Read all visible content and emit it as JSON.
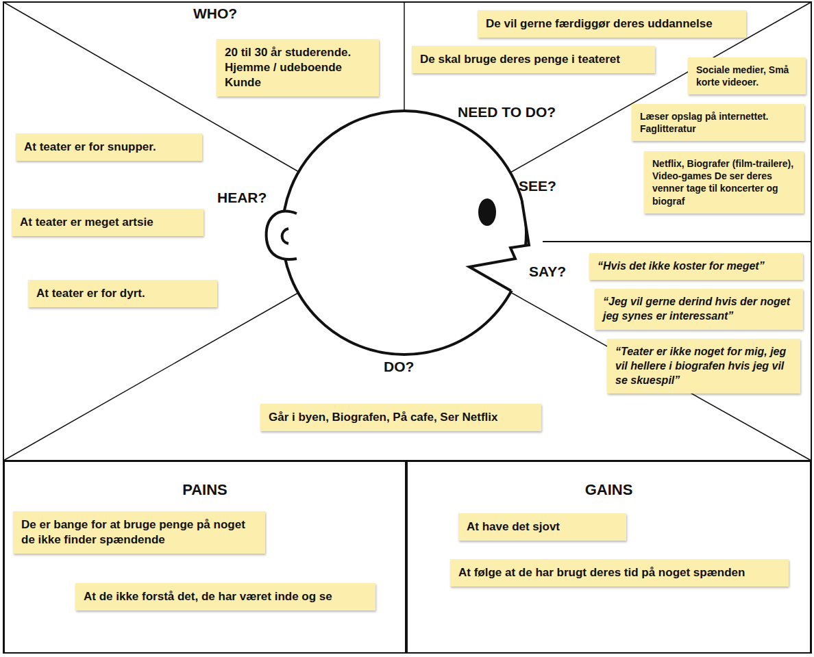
{
  "diagram": {
    "nodes": [
      {
        "text": [
          "20 til 30 år studerende. Hjemme / udeboende Kunde"
        ]
      },
      {
        "text": [
          "De vil gerne færdiggør deres uddannelse"
        ]
      },
      {
        "text": [
          "De skal bruge deres penge i teateret"
        ]
      },
      {
        "text": [
          "Sociale medier, Små korte videoer."
        ]
      },
      {
        "text": [
          "Læser opslag på internettet. Faglitteratur"
        ]
      },
      {
        "text": [
          "Netflix, Biografer (film-trailere), Video-games De ser deres venner tage til koncerter og biograf"
        ]
      },
      {
        "text": [
          "At teater er for snupper."
        ]
      },
      {
        "text": [
          "At teater er meget artsie"
        ]
      },
      {
        "text": [
          "At teater er for dyrt."
        ]
      },
      {
        "text": [
          "“Hvis det ikke koster for meget”"
        ]
      },
      {
        "text": [
          "“Jeg vil gerne derind hvis der noget jeg synes er interessant”"
        ]
      },
      {
        "text": [
          "“Teater er ikke noget for mig, jeg vil hellere i biografen hvis jeg vil se skuespil”"
        ]
      },
      {
        "text": [
          "Går i byen, Biografen, På cafe, Ser Netflix"
        ]
      },
      {
        "text": [
          "PAINS"
        ]
      },
      {
        "text": [
          "De er bange for at bruge penge på noget de ikke finder spændende"
        ],
        "in": 13
      },
      {
        "text": [
          "At de ikke forstå det, de har været inde og se"
        ],
        "in": 13
      },
      {
        "text": [
          "GAINS"
        ]
      },
      {
        "text": [
          "At have det sjovt"
        ],
        "in": 16
      },
      {
        "text": [
          "At følge at de har brugt deres tid på noget spænden"
        ],
        "in": 16
      }
    ],
    "labels": [
      "WHO?",
      "NEED TO DO?",
      "SEE?",
      "HEAR?",
      "SAY?",
      "DO?"
    ]
  }
}
